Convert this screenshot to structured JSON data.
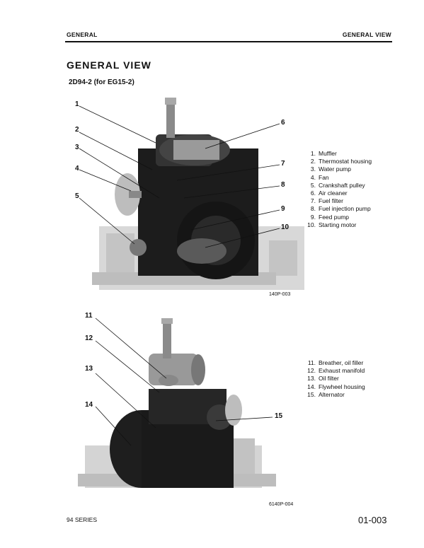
{
  "header": {
    "left": "GENERAL",
    "right": "GENERAL VIEW"
  },
  "title": "GENERAL VIEW",
  "subtitle": "2D94-2 (for EG15-2)",
  "figure1": {
    "code": "140P-003",
    "callouts": [
      "1",
      "2",
      "3",
      "4",
      "5",
      "6",
      "7",
      "8",
      "9",
      "10"
    ]
  },
  "legend1": [
    {
      "num": "1.",
      "label": "Muffler"
    },
    {
      "num": "2.",
      "label": "Thermostat housing"
    },
    {
      "num": "3.",
      "label": "Water pump"
    },
    {
      "num": "4.",
      "label": "Fan"
    },
    {
      "num": "5.",
      "label": "Crankshaft pulley"
    },
    {
      "num": "6.",
      "label": "Air cleaner"
    },
    {
      "num": "7.",
      "label": "Fuel filter"
    },
    {
      "num": "8.",
      "label": "Fuel injection pump"
    },
    {
      "num": "9.",
      "label": "Feed pump"
    },
    {
      "num": "10.",
      "label": "Starting motor"
    }
  ],
  "figure2": {
    "code": "6140P-004",
    "callouts": [
      "11",
      "12",
      "13",
      "14",
      "15"
    ]
  },
  "legend2": [
    {
      "num": "11.",
      "label": "Breather, oil filler"
    },
    {
      "num": "12.",
      "label": "Exhaust manifold"
    },
    {
      "num": "13.",
      "label": "Oil filter"
    },
    {
      "num": "14.",
      "label": "Flywheel housing"
    },
    {
      "num": "15.",
      "label": "Alternator"
    }
  ],
  "footer": {
    "left": "94 SERIES",
    "right": "01-003"
  }
}
